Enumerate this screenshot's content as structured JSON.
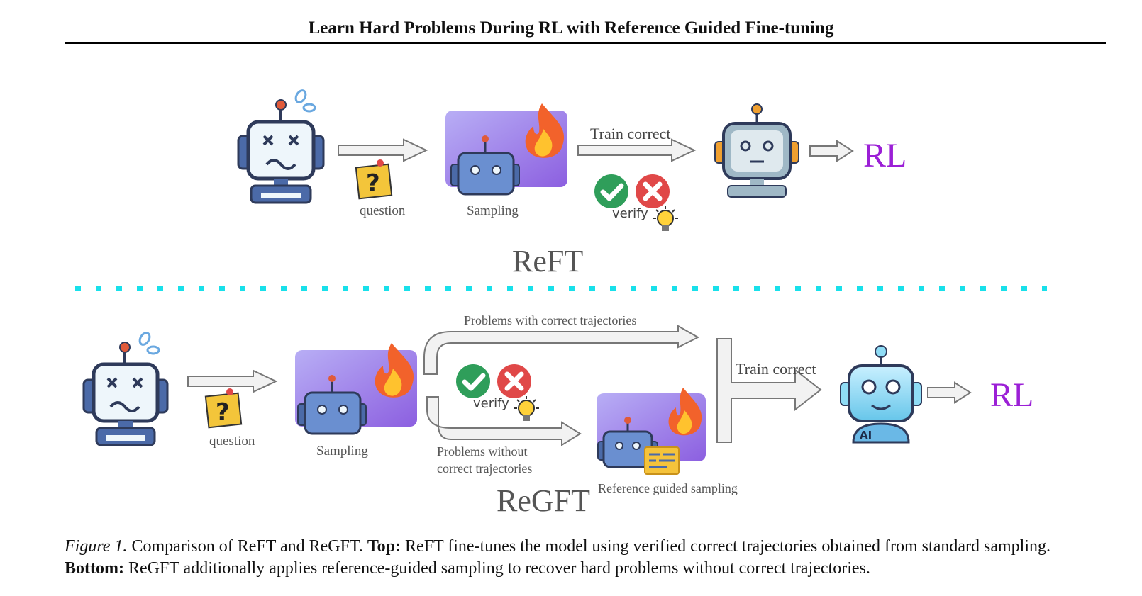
{
  "header": {
    "title": "Learn Hard Problems During RL with Reference Guided Fine-tuning"
  },
  "top": {
    "question_label": "question",
    "sampling_label": "Sampling",
    "train_label": "Train correct",
    "verify_label": "verify",
    "rl_label": "RL",
    "method_title": "ReFT"
  },
  "bottom": {
    "question_label": "question",
    "sampling_label": "Sampling",
    "correct_label": "Problems with correct trajectories",
    "without_label_1": "Problems without",
    "without_label_2": "correct trajectories",
    "verify_label": "verify",
    "train_label": "Train correct",
    "reference_label": "Reference guided sampling",
    "rl_label": "RL",
    "method_title": "ReGFT",
    "ai_badge": "AI"
  },
  "caption": {
    "figure_label": "Figure 1.",
    "text1": " Comparison of ReFT and ReGFT. ",
    "top_label": "Top:",
    "text2": " ReFT fine-tunes the model using verified correct trajectories obtained from standard sampling. ",
    "bottom_label": "Bottom:",
    "text3": " ReGFT additionally applies reference-guided sampling to recover hard problems without correct trajectories."
  },
  "colors": {
    "rl": "#9b1fd6",
    "divider": "#18e0ea",
    "check": "#2f9e5a",
    "cross": "#e04848"
  },
  "icons": [
    "confused-robot-icon",
    "question-note-icon",
    "sampling-robot-icon",
    "fire-icon",
    "check-icon",
    "cross-icon",
    "lightbulb-icon",
    "neutral-robot-icon",
    "happy-ai-robot-icon",
    "document-icon"
  ]
}
